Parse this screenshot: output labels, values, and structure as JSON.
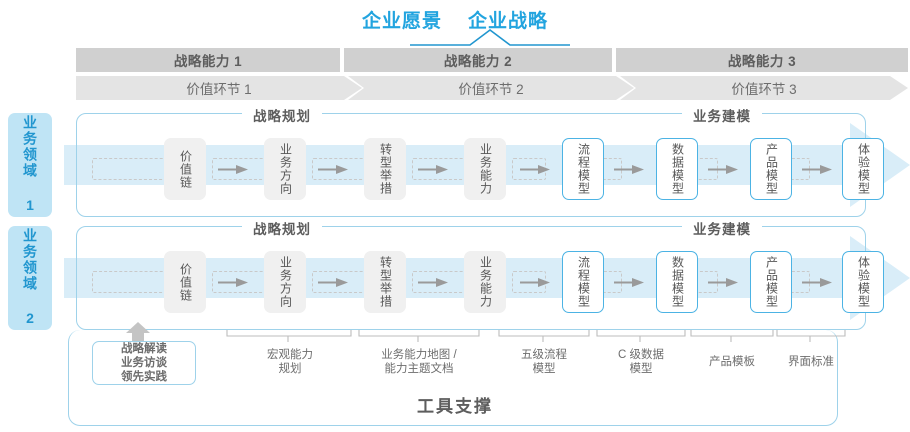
{
  "header": {
    "vision": "企业愿景",
    "strategy": "企业战略",
    "accent_color": "#22a4df"
  },
  "capability_bands": [
    {
      "label": "战略能力 1"
    },
    {
      "label": "战略能力 2"
    },
    {
      "label": "战略能力 3"
    }
  ],
  "value_chain_bands": [
    {
      "label": "价值环节 1"
    },
    {
      "label": "价值环节 2"
    },
    {
      "label": "价值环节 3"
    }
  ],
  "domains": [
    {
      "label": "业务领域 1"
    },
    {
      "label": "业务领域 2"
    }
  ],
  "groups": {
    "strategy_planning": "战略规划",
    "business_modeling": "业务建模"
  },
  "pipeline": {
    "planning_nodes": [
      "价值链",
      "业务方向",
      "转型举措",
      "业务能力"
    ],
    "modeling_nodes": [
      "流程模型",
      "数据模型",
      "产品模型",
      "体验模型"
    ]
  },
  "tools": {
    "title": "工具支撑",
    "first_box": "战略解读\n业务访谈\n领先实践",
    "items": [
      {
        "label": "宏观能力\n规划"
      },
      {
        "label": "业务能力地图 /\n能力主题文档"
      },
      {
        "label": "五级流程\n模型"
      },
      {
        "label": "C 级数据\n模型"
      },
      {
        "label": "产品模板"
      },
      {
        "label": "界面标准"
      }
    ]
  },
  "colors": {
    "blue": "#4cb3e4",
    "light_blue_fill": "#d9edf8",
    "band_gray": "#d0d0d0",
    "vc_gray": "#e4e4e4",
    "node_gray": "#f0f0f0",
    "text_gray": "#5d5d5d"
  }
}
